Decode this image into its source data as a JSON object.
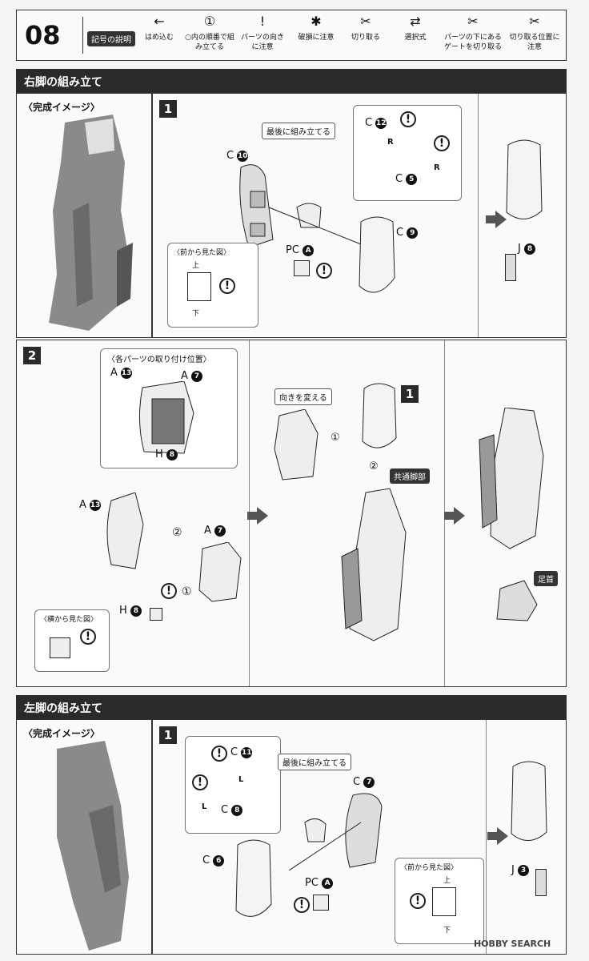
{
  "page": {
    "number": "08"
  },
  "legend": {
    "title": "記号の説明",
    "items": [
      {
        "icon": "←",
        "label": "はめ込む"
      },
      {
        "icon": "①",
        "label": "○内の順番で組み立てる"
      },
      {
        "icon": "!",
        "label": "パーツの向きに注意"
      },
      {
        "icon": "✱",
        "label": "破損に注意"
      },
      {
        "icon": "✂",
        "label": "切り取る"
      },
      {
        "icon": "⇄",
        "label": "選択式"
      },
      {
        "icon": "✂",
        "label": "パーツの下にあるゲートを切り取る"
      },
      {
        "icon": "✂",
        "label": "切り取る位置に注意"
      }
    ]
  },
  "right_leg": {
    "title": "右脚の組み立て",
    "preview_label": "〈完成イメージ〉",
    "step1": {
      "number": "1",
      "assemble_last": "最後に組み立てる",
      "parts": {
        "c10_letter": "C",
        "c10_num": "10",
        "c12_letter": "C",
        "c12_num": "12",
        "c5_letter": "C",
        "c5_num": "5",
        "c9_letter": "C",
        "c9_num": "9",
        "pca_letter": "PC",
        "pca_num": "A",
        "j8_letter": "J",
        "j8_num": "8"
      },
      "front_view": {
        "title": "〈前から見た図〉",
        "top": "上",
        "bottom": "下"
      },
      "r_mark": "R"
    },
    "step2": {
      "number": "2",
      "mount_positions": "〈各パーツの取り付け位置〉",
      "parts": {
        "a13_letter": "A",
        "a13_num": "13",
        "a7_letter": "A",
        "a7_num": "7",
        "h8_letter": "H",
        "h8_num": "8"
      },
      "side_view": "〈横から見た図〉",
      "change_direction": "向きを変える",
      "common_leg": "共通脚部",
      "ankle": "足首",
      "ref_step": "1",
      "order1": "①",
      "order2": "②"
    }
  },
  "left_leg": {
    "title": "左脚の組み立て",
    "preview_label": "〈完成イメージ〉",
    "step1": {
      "number": "1",
      "assemble_last": "最後に組み立てる",
      "parts": {
        "c11_letter": "C",
        "c11_num": "11",
        "c8_letter": "C",
        "c8_num": "8",
        "c7_letter": "C",
        "c7_num": "7",
        "c6_letter": "C",
        "c6_num": "6",
        "pca_letter": "PC",
        "pca_num": "A",
        "j3_letter": "J",
        "j3_num": "3"
      },
      "front_view": {
        "title": "〈前から見た図〉",
        "top": "上",
        "bottom": "下"
      },
      "l_mark": "L"
    }
  },
  "watermark": "HOBBY SEARCH"
}
